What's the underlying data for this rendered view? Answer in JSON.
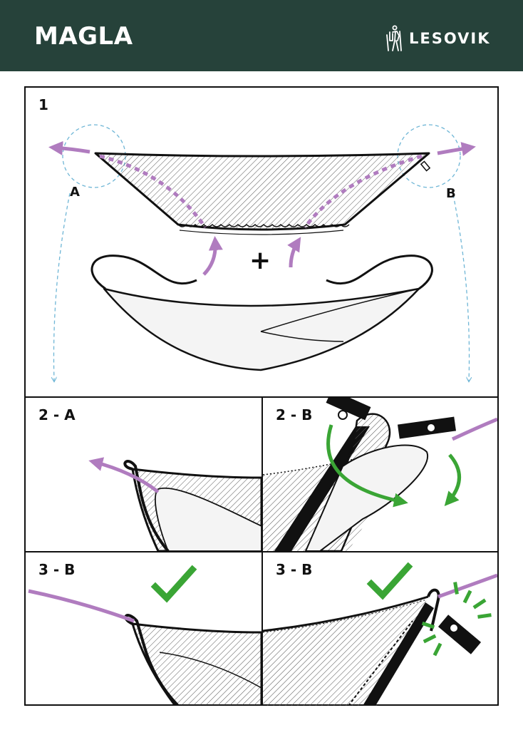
{
  "header": {
    "product_name": "MAGLA",
    "brand_name": "LESOVIK",
    "brand_icon": "hiker-logo-icon",
    "background_color": "#26423a"
  },
  "colors": {
    "arrow_purple": "#b07cbf",
    "check_green": "#3aa535",
    "dashed_blue": "#6fb6d6",
    "line_black": "#111111"
  },
  "panels": [
    {
      "label": "1",
      "points": [
        "A",
        "B"
      ],
      "join_symbol": "+"
    },
    {
      "label": "2 - A"
    },
    {
      "label": "2 - B"
    },
    {
      "label": "3 - B",
      "status": "check-mark-icon"
    },
    {
      "label": "3 - B",
      "status": "check-mark-icon"
    }
  ]
}
